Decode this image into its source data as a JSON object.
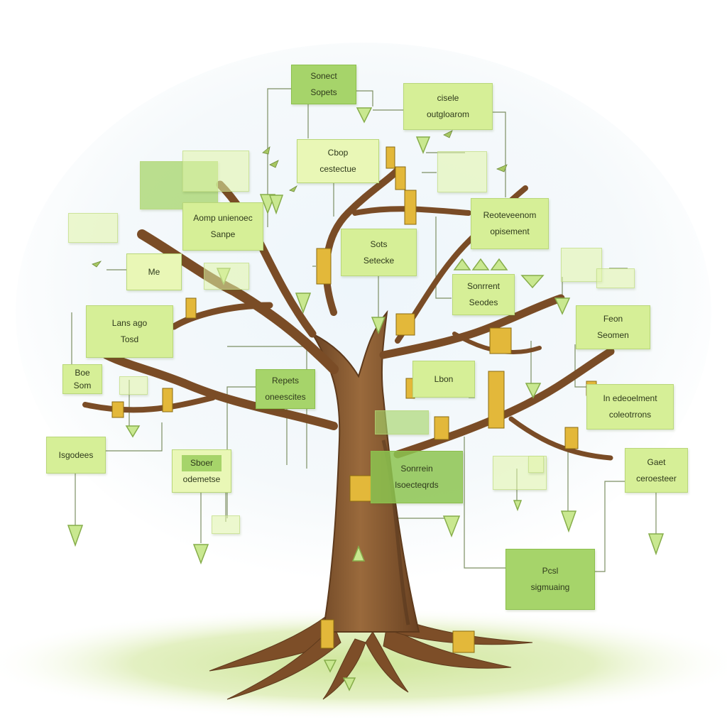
{
  "colors": {
    "trunk": "#8a5a30",
    "trunk_dark": "#5e3a1c",
    "connector": "#7d8f63",
    "arrow": "#a9d36b",
    "box_light": "#e9f7b6",
    "box_mid": "#d6ef97",
    "box_dark": "#a6d46a",
    "book": "#e3b83a"
  },
  "nodes": {
    "top_center": [
      "Sonect",
      "Sopets"
    ],
    "top_right": [
      "cisele",
      "outgloarom"
    ],
    "upper_center": [
      "Cbop",
      "cestectue"
    ],
    "upper_left": [
      "Aomp unienoec",
      "Sanpe"
    ],
    "center": [
      "Sots",
      "Setecke"
    ],
    "right_upper": [
      "Reoteveenom",
      "opisement"
    ],
    "right_mid": [
      "Sonrrent",
      "Seodes"
    ],
    "left_mid": [
      "Lans ago",
      "Tosd"
    ],
    "left_small": [
      "Boe",
      "Som"
    ],
    "right_far": [
      "Feon",
      "Seomen"
    ],
    "center_small": [
      "Lbon"
    ],
    "mid_left": [
      "Repets",
      "oneescites"
    ],
    "right_lower": [
      "In edeoelment",
      "coleotrrons"
    ],
    "lower_left_far": [
      "Isgodees"
    ],
    "lower_left": [
      "Sboer",
      "odemetse"
    ],
    "trunk_box": [
      "Sonrrein",
      "lsoecteqrds"
    ],
    "right_bottom": [
      "Gaet",
      "ceroesteer"
    ],
    "bottom_right": [
      "Pcsl",
      "sigmuaing"
    ],
    "ghost_left": [
      "Me"
    ]
  }
}
